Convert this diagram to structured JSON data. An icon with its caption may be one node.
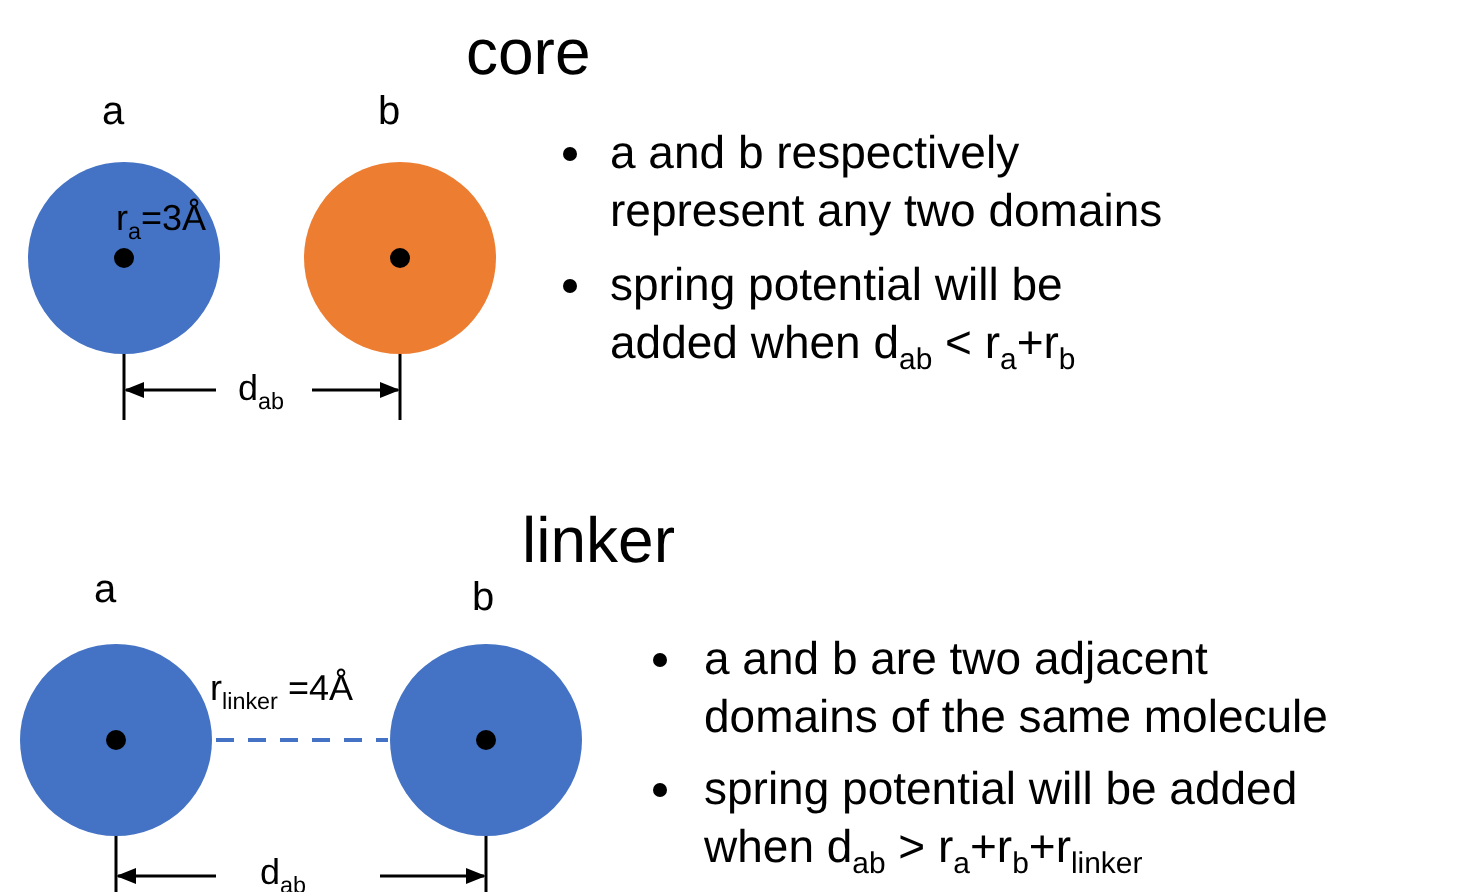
{
  "diagram": {
    "nodes": [
      {
        "text": [
          "a"
        ]
      },
      {
        "text": [
          "b"
        ]
      },
      {
        "text": [
          "a"
        ]
      },
      {
        "text": [
          "b"
        ]
      }
    ],
    "labels": [
      "core",
      "r$_{a}$=3Å",
      "d$_{ab}$",
      "a and b respectively represent any two domains",
      "spring potential will be added when d$_{ab}$ < r$_{a}$+r$_{b}$",
      "linker",
      "r$_{linker}$ =4Å",
      "d$_{ab}$",
      "a and b are two adjacent domains of the same molecule",
      "spring potential will be added when d$_{ab}$  > r$_{a}$+r$_{b}$+r$_{linker}$"
    ]
  }
}
